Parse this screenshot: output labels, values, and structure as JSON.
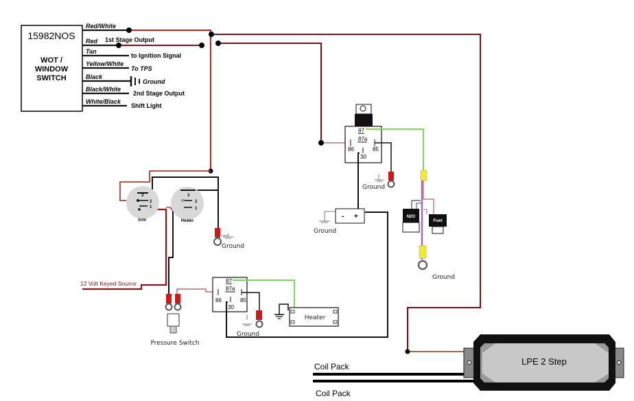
{
  "switch_box": {
    "part_number": "15982NOS",
    "title_line1": "WOT /",
    "title_line2": "WINDOW",
    "title_line3": "SWITCH",
    "wires": [
      {
        "color_label": "Red/White",
        "destination": ""
      },
      {
        "color_label": "Red",
        "destination": "1st Stage Output"
      },
      {
        "color_label": "Tan",
        "destination": "to Ignition Signal"
      },
      {
        "color_label": "Yellow/White",
        "destination": "To TPS"
      },
      {
        "color_label": "Black",
        "destination": "Ground"
      },
      {
        "color_label": "Black/White",
        "destination": "2nd Stage Output"
      },
      {
        "color_label": "White/Black",
        "destination": "Shift Light"
      }
    ]
  },
  "toggle_switches": [
    {
      "label": "Arm",
      "pins": [
        "3",
        "2",
        "1"
      ]
    },
    {
      "label": "Heater",
      "pins": [
        "3",
        "2",
        "1"
      ]
    }
  ],
  "relays": [
    {
      "name": "main-relay",
      "pins": {
        "p87": "87",
        "p87a": "87a",
        "p86": "86",
        "p85": "85",
        "p30": "30"
      }
    },
    {
      "name": "heater-relay",
      "pins": {
        "p87": "87",
        "p87a": "87a",
        "p86": "86",
        "p85": "85",
        "p30": "30"
      }
    }
  ],
  "labels": {
    "ground": "Ground",
    "power_source": "12 Volt Keyed Source",
    "pressure_switch": "Pressure Switch",
    "heater": "Heater",
    "battery_minus": "-",
    "battery_plus": "+",
    "n2o_solenoid": "N2O",
    "fuel_solenoid": "Fuel",
    "coil_pack_1": "Coil Pack",
    "coil_pack_2": "Coil Pack",
    "lpe_module": "LPE 2 Step"
  },
  "colors": {
    "red_wire": "#7a0f12",
    "bright_red_wire": "#c41e1e",
    "green_wire": "#7ed957",
    "black_wire": "#111111",
    "purple_wire": "#a070b0",
    "terminal_red": "#d01818",
    "terminal_yellow": "#f2ea2a"
  }
}
